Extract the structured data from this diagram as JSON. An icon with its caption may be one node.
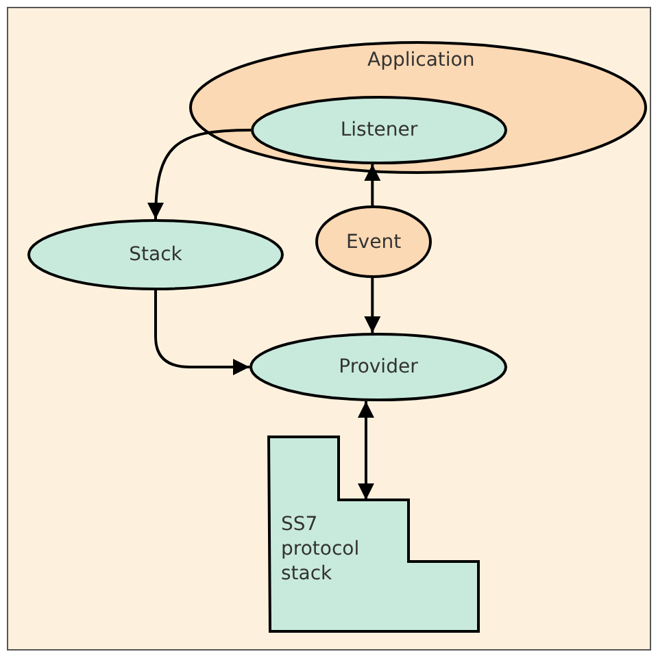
{
  "diagram": {
    "nodes": [
      {
        "text": [
          "Application"
        ]
      },
      {
        "text": [
          "Listener"
        ],
        "in": 0
      },
      {
        "text": [
          "Stack"
        ]
      },
      {
        "text": [
          "Event"
        ]
      },
      {
        "text": [
          "Provider"
        ]
      },
      {
        "text": [
          "SS7 protocol stack"
        ]
      }
    ],
    "edges": [
      {
        "from": 1,
        "to": 2,
        "arrow": "to"
      },
      {
        "from": 3,
        "to": 1,
        "arrow": "to"
      },
      {
        "from": 3,
        "to": 4,
        "arrow": "to"
      },
      {
        "from": 2,
        "to": 4,
        "arrow": "to"
      },
      {
        "from": 4,
        "to": 5,
        "arrow": "both"
      }
    ]
  }
}
